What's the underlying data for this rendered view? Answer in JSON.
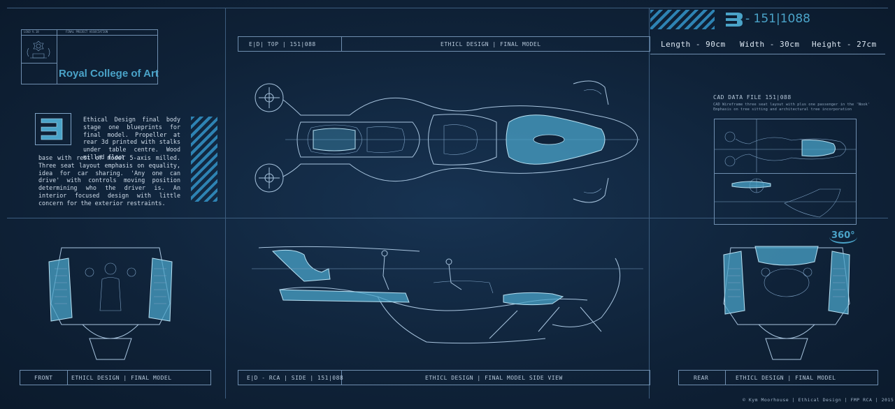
{
  "logo": {
    "header_left": "LOGO V.18",
    "header_right": "FINAL PROJECT ASSOCIATION",
    "institution": "Royal College of Art"
  },
  "badge": {
    "glyph": "3",
    "id": "- 151|1088"
  },
  "top_bar": {
    "code": "E|D| TOP | 151|088",
    "title": "ETHICL DESIGN | FINAL MODEL",
    "dimensions": {
      "length": "Length - 90cm",
      "width": "Width - 30cm",
      "height": "Height - 27cm"
    }
  },
  "description": {
    "first_lines": "Ethical Design final body stage one blueprints for final model. Propeller at rear 3d printed with stalks under table centre. Wood milled floor",
    "rest": "base with rest of model 5-axis milled. Three seat layout emphasis on equality, idea for car sharing. 'Any one can drive' with controls moving position determining who the driver is. An interior focused design with little concern for the exterior restraints."
  },
  "cad": {
    "title": "CAD DATA FILE 151|088",
    "line1": "CAD Wireframe three seat layout with plus one passenger in the 'Nook'",
    "line2": "Emphasis on tree sitting and architectural tree incorporation",
    "badge_360": "360°"
  },
  "bottom_bar": {
    "front_label": "FRONT",
    "front_title": "ETHICL DESIGN | FINAL MODEL",
    "side_code": "E|D - RCA | SIDE | 151|088",
    "side_title": "ETHICL DESIGN | FINAL MODEL SIDE VIEW",
    "rear_label": "REAR",
    "rear_title": "ETHICL DESIGN | FINAL MODEL"
  },
  "footer": "© Kym Moorhouse | Ethical Design | FMP RCA | 2015",
  "colors": {
    "background": "#0f2238",
    "accent": "#4aa3c8",
    "line": "#a9c5df"
  }
}
